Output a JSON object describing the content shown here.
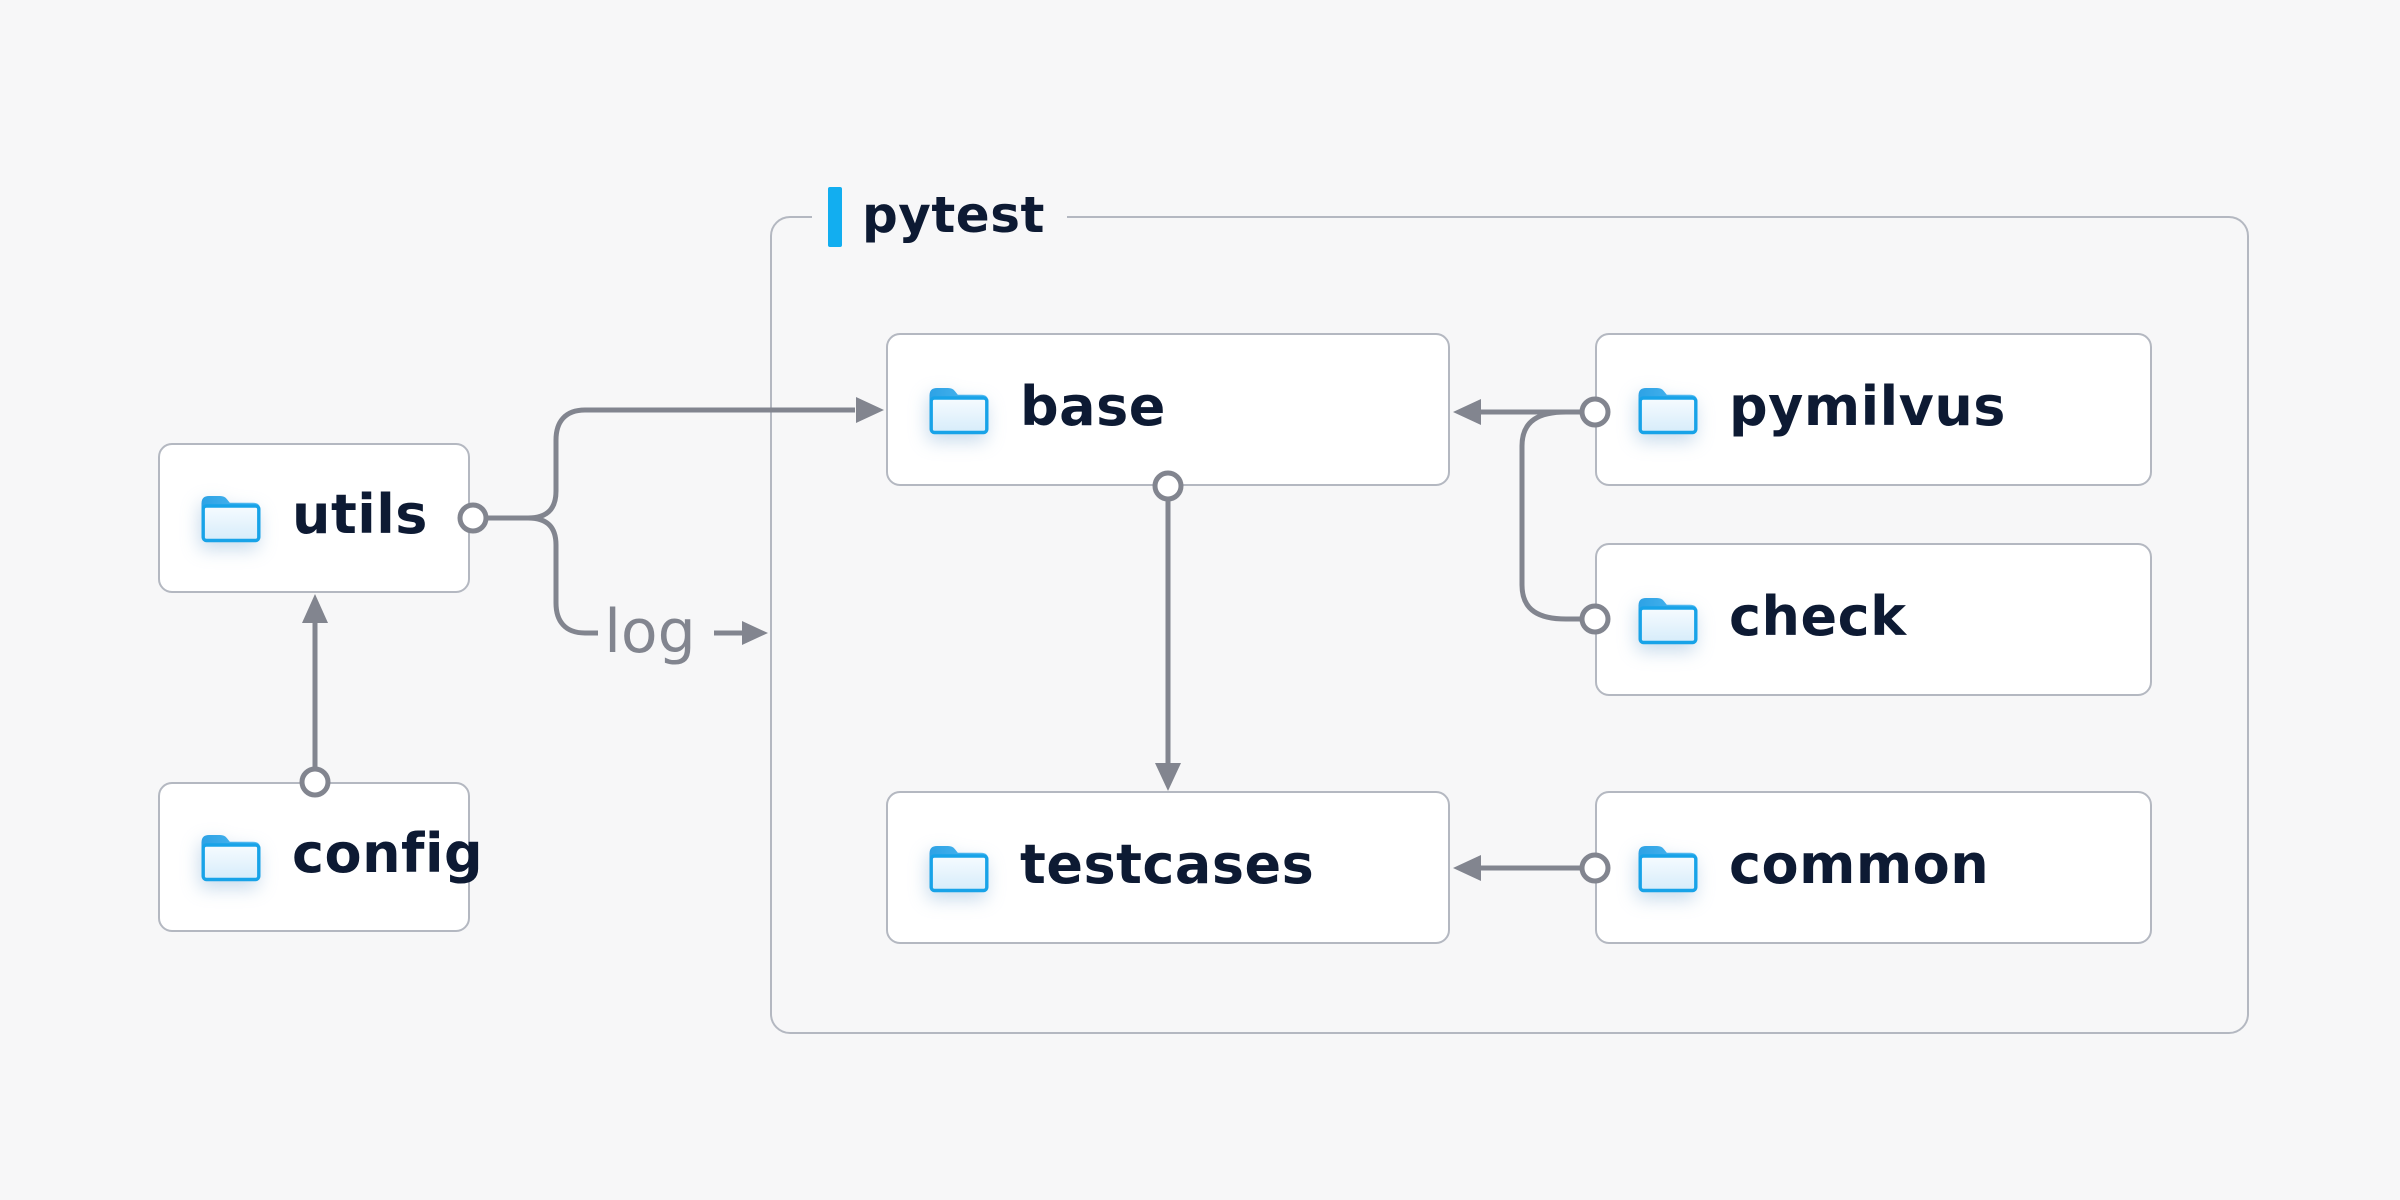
{
  "container": {
    "label": "pytest"
  },
  "nodes": {
    "utils": {
      "label": "utils",
      "icon": "folder"
    },
    "config": {
      "label": "config",
      "icon": "folder"
    },
    "base": {
      "label": "base",
      "icon": "folder"
    },
    "pymilvus": {
      "label": "pymilvus",
      "icon": "folder"
    },
    "check": {
      "label": "check",
      "icon": "folder"
    },
    "testcases": {
      "label": "testcases",
      "icon": "folder"
    },
    "common": {
      "label": "common",
      "icon": "folder"
    }
  },
  "edges": [
    {
      "from": "config",
      "to": "utils"
    },
    {
      "from": "utils",
      "to": "base"
    },
    {
      "from": "utils",
      "to": "pytest",
      "label": "log"
    },
    {
      "from": "pymilvus",
      "to": "base"
    },
    {
      "from": "check",
      "to": "base"
    },
    {
      "from": "base",
      "to": "testcases"
    },
    {
      "from": "common",
      "to": "testcases"
    }
  ],
  "colors": {
    "background": "#f7f7f8",
    "card_background": "#ffffff",
    "card_border": "#b4b8c1",
    "connector_gray": "#82858f",
    "label_navy": "#0d1a33",
    "accent_blue": "#12aef0",
    "folder_blue": "#18a3e8"
  }
}
